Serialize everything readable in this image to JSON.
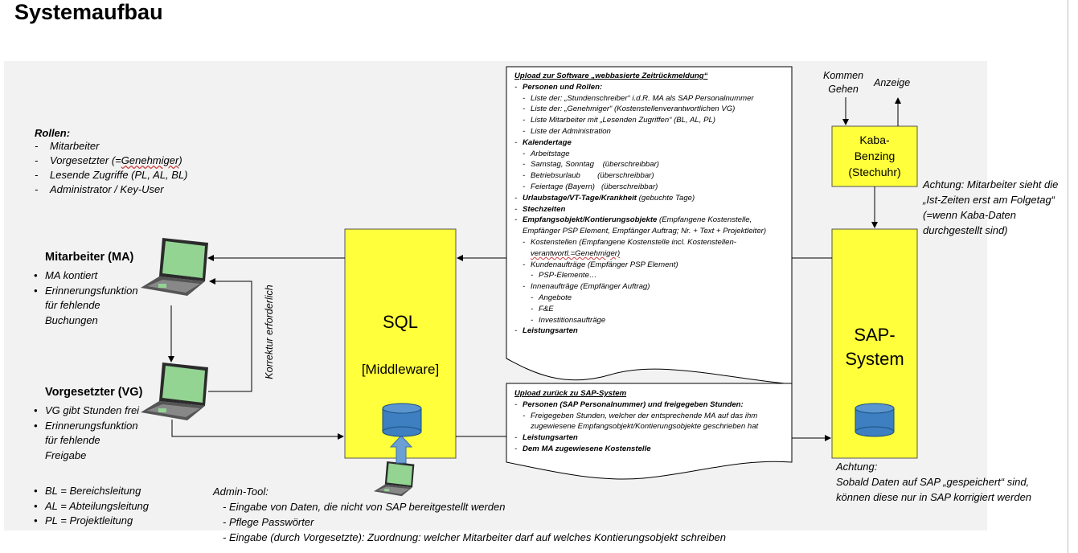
{
  "title": "Systemaufbau",
  "roles": {
    "heading": "Rollen:",
    "items": [
      "Mitarbeiter",
      "Vorgesetzter (=Genehmiger)",
      "Lesende Zugriffe (PL, AL, BL)",
      "Administrator / Key-User"
    ]
  },
  "mitarbeiter": {
    "label": "Mitarbeiter (MA)",
    "items": [
      "MA kontiert",
      "Erinnerungsfunktion",
      "für fehlende",
      "Buchungen"
    ]
  },
  "vorgesetzter": {
    "label": "Vorgesetzter (VG)",
    "items": [
      "VG gibt Stunden frei",
      "Erinnerungsfunktion",
      "für fehlende",
      "Freigabe"
    ]
  },
  "korrektur": "Korrektur erforderlich",
  "abbrev": [
    "BL = Bereichsleitung",
    "AL = Abteilungsleitung",
    "PL = Projektleitung"
  ],
  "sql": {
    "line1": "SQL",
    "line2": "[Middleware]"
  },
  "sap": {
    "line1": "SAP-",
    "line2": "System"
  },
  "kaba": {
    "line1": "Kaba-",
    "line2": "Benzing",
    "line3": "(Stechuhr)"
  },
  "kommen": "Kommen",
  "gehen": "Gehen",
  "anzeige": "Anzeige",
  "note_kaba": [
    "Achtung: Mitarbeiter sieht die",
    "„Ist-Zeiten erst am Folgetag“",
    "(=wenn Kaba-Daten",
    "durchgestellt sind)"
  ],
  "note_sap": [
    "Achtung:",
    "Sobald Daten auf SAP „gespeichert“ sind,",
    "können diese nur in SAP korrigiert werden"
  ],
  "admin": {
    "heading": "Admin-Tool:",
    "items": [
      "- Eingabe von Daten, die nicht von SAP bereitgestellt werden",
      "- Pflege Passwörter",
      "- Eingabe (durch Vorgesetzte): Zuordnung: welcher Mitarbeiter darf auf welches Kontierungsobjekt schreiben"
    ]
  },
  "upload1": {
    "heading": "Upload zur Software „webbasierte Zeitrückmeldung“",
    "personen": "Personen und Rollen:",
    "personen_items": [
      "Liste der: „Stundenschreiber“  i.d.R. MA als SAP Personalnummer",
      "Liste der: „Genehmiger“ (Kostenstellenverantwortlichen VG)",
      "Liste Mitarbeiter mit  „Lesenden Zugriffen“ (BL, AL, PL)",
      "Liste der Administration"
    ],
    "kalender": "Kalendertage",
    "kalender_items": [
      "Arbeitstage",
      "Samstag, Sonntag    (überschreibbar)",
      "Betriebsurlaub        (überschreibbar)",
      "Feiertage (Bayern)   (überschreibbar)"
    ],
    "urlaub_bold": "Urlaubstage/VT-Tage/Krankheit",
    "urlaub_rest": " (gebuchte Tage)",
    "stechzeiten": "Stechzeiten",
    "empf_bold": "Empfangsobjekt/Kontierungsobjekte",
    "empf_rest": " (Empfangene Kostenstelle,",
    "empf_line2": "Empfänger PSP Element, Empfänger Auftrag; Nr. + Text + Projektleiter)",
    "kst1": "Kostenstellen (Empfangene Kostenstelle incl. Kostenstellen-",
    "kst2": "verantwortl.=Genehmiger)",
    "kunden": "Kundenaufträge (Empfänger PSP Element)",
    "psp": "PSP-Elemente…",
    "innen": "Innenaufträge (Empfänger Auftrag)",
    "innen_items": [
      "Angebote",
      "F&E",
      "Investitionsaufträge"
    ],
    "leistung": "Leistungsarten"
  },
  "upload2": {
    "heading": "Upload zurück zu SAP-System",
    "personen": "Personen (SAP Personalnummer) und freigegeben Stunden:",
    "personen_sub1": "Freigegeben Stunden, welcher der entsprechende MA auf das ihm",
    "personen_sub2": "zugewiesene Empfangsobjekt/Kontierungsobjekte geschrieben hat",
    "leistung": "Leistungsarten",
    "kst": "Dem MA zugewiesene Kostenstelle"
  },
  "colors": {
    "yellow": "#ffff3b",
    "db_blue": "#3d7fc1",
    "laptop_screen": "#93d493",
    "panel": "#f2f2f2"
  }
}
